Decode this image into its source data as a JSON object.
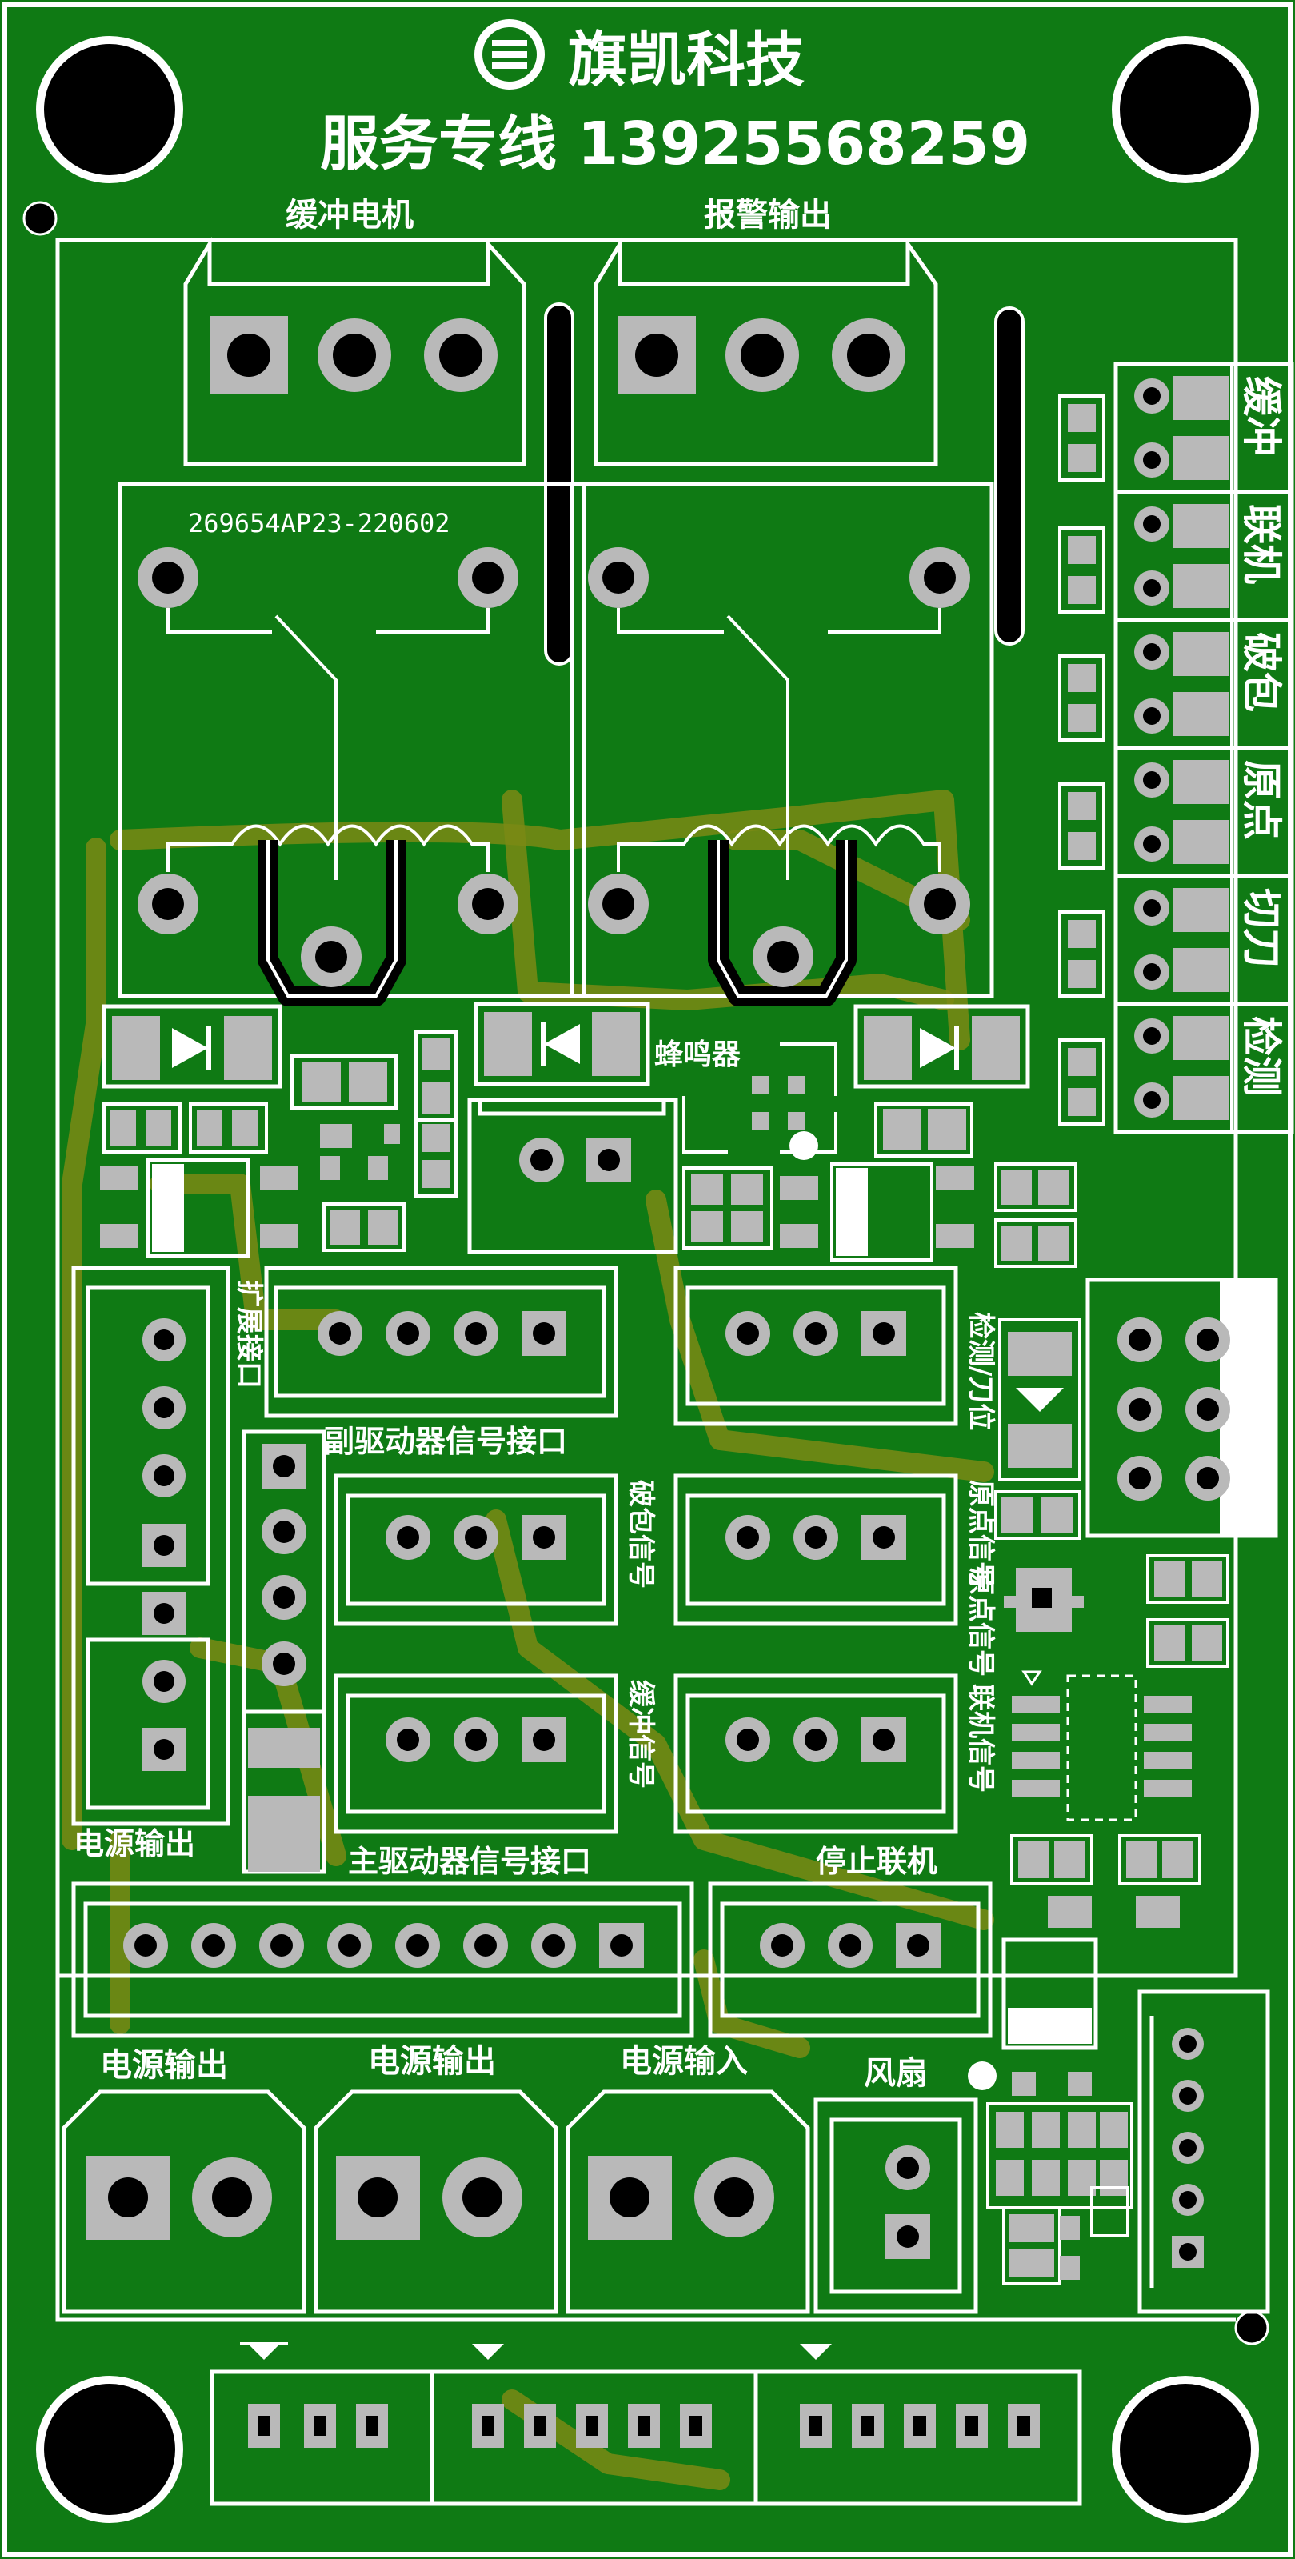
{
  "header": {
    "company": "旗凯科技",
    "service_line": "服务专线 13925568259"
  },
  "relays": {
    "relay_left_label": "缓冲电机",
    "relay_right_label": "报警输出",
    "relay_part_number": "269654AP23-220602"
  },
  "side_connectors": [
    "缓冲",
    "联机",
    "破包",
    "原点",
    "切刀",
    "检测"
  ],
  "labels": {
    "buzzer": "蜂鸣器",
    "expansion_port": "扩展接口",
    "sub_driver_port": "副驱动器信号接口",
    "detect_blade": "检测/刀位",
    "broken_bag_signal": "破包信号",
    "origin_signal_1": "原点信号",
    "origin_signal_2": "原点信号",
    "buffer_signal": "缓冲信号",
    "link_signal": "联机信号",
    "power_output_left": "电源输出",
    "main_driver_port": "主驱动器信号接口",
    "stop_link": "停止联机",
    "power_output_1": "电源输出",
    "power_output_2": "电源输出",
    "power_input": "电源输入",
    "fan": "风扇"
  },
  "colors": {
    "board_green": "#0f7a14",
    "silkscreen": "#ffffff",
    "pad_grey": "#b9b9b9",
    "trace_olive": "#7a8a14",
    "hole_black": "#000000"
  }
}
